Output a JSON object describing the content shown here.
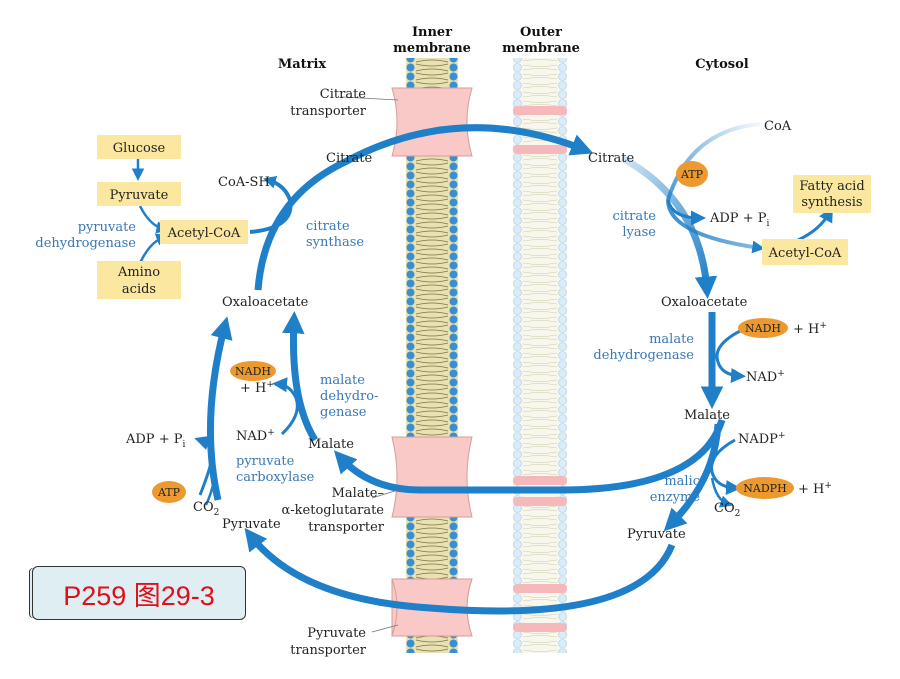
{
  "headers": {
    "matrix": "Matrix",
    "inner_1": "Inner",
    "inner_2": "membrane",
    "outer_1": "Outer",
    "outer_2": "membrane",
    "cytosol": "Cytosol"
  },
  "transporters": {
    "citrate_1": "Citrate",
    "citrate_2": "transporter",
    "malate_1": "Malate–",
    "malate_2": "α-ketoglutarate",
    "malate_3": "transporter",
    "pyruvate_1": "Pyruvate",
    "pyruvate_2": "transporter"
  },
  "matrix_side": {
    "boxes": {
      "glucose": "Glucose",
      "pyruvate": "Pyruvate",
      "acetyl_coa": "Acetyl-CoA",
      "amino_1": "Amino",
      "amino_2": "acids"
    },
    "enzymes": {
      "pdh_1": "pyruvate",
      "pdh_2": "dehydrogenase",
      "cs_1": "citrate",
      "cs_2": "synthase",
      "mdh_1": "malate",
      "mdh_2": "dehydro-",
      "mdh_3": "genase",
      "pc_1": "pyruvate",
      "pc_2": "carboxylase"
    },
    "metabolites": {
      "coa_sh": "CoA-SH",
      "citrate": "Citrate",
      "oxaloacetate": "Oxaloacetate",
      "h_plus": "+ H",
      "nad_plus": "NAD",
      "malate": "Malate",
      "adp_pi": "ADP + P",
      "co2": "CO",
      "pyruvate": "Pyruvate"
    },
    "ovals": {
      "nadh": "NADH",
      "atp": "ATP"
    }
  },
  "cytosol_side": {
    "boxes": {
      "fatty_1": "Fatty acid",
      "fatty_2": "synthesis",
      "acetyl_coa": "Acetyl-CoA"
    },
    "enzymes": {
      "cl_1": "citrate",
      "cl_2": "lyase",
      "mdh_1": "malate",
      "mdh_2": "dehydrogenase",
      "me_1": "malic",
      "me_2": "enzyme"
    },
    "metabolites": {
      "coa": "CoA",
      "citrate": "Citrate",
      "adp_pi": "ADP + P",
      "oxaloacetate": "Oxaloacetate",
      "h_plus": "+ H",
      "nad_plus": "NAD",
      "malate": "Malate",
      "nadp_plus": "NADP",
      "h_plus_2": "+ H",
      "co2": "CO",
      "pyruvate": "Pyruvate"
    },
    "ovals": {
      "atp": "ATP",
      "nadh": "NADH",
      "nadph": "NADPH"
    }
  },
  "glyphs": {
    "plus": "+",
    "sub_i": "i",
    "sub_2": "2"
  },
  "reference_label": "P259 图29-3",
  "colors": {
    "arrow_blue": "#1f7fc8",
    "enzyme_text": "#3878b8",
    "box_fill": "#fbe7a0",
    "oval_fill": "#ec9a2f",
    "transporter_fill": "#f8c9c6",
    "inner_membrane": "#3a8fd0",
    "outer_membrane": "#cfe6f6",
    "label_red": "#e0101a",
    "label_bg": "#dfeef2"
  }
}
